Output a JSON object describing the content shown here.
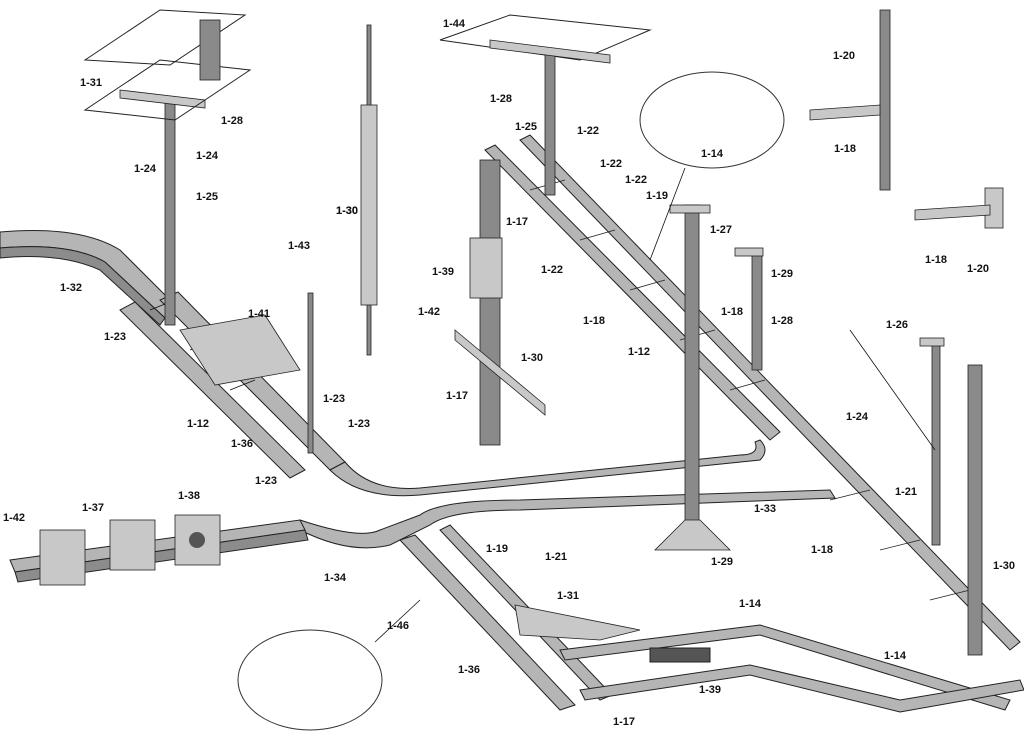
{
  "labels": [
    "1-31",
    "1-28",
    "1-24",
    "1-24",
    "1-25",
    "1-32",
    "1-23",
    "1-41",
    "1-43",
    "1-30",
    "1-30",
    "1-12",
    "1-36",
    "1-23",
    "1-23",
    "1-23",
    "1-44",
    "1-28",
    "1-25",
    "1-22",
    "1-22",
    "1-22",
    "1-19",
    "1-17",
    "1-39",
    "1-22",
    "1-42",
    "1-18",
    "1-12",
    "1-30",
    "1-17",
    "1-14",
    "1-27",
    "1-29",
    "1-18",
    "1-28",
    "1-20",
    "1-18",
    "1-18",
    "1-20",
    "1-26",
    "1-24",
    "1-33",
    "1-29",
    "1-21",
    "1-18",
    "1-30",
    "1-42",
    "1-37",
    "1-38",
    "1-34",
    "1-19",
    "1-21",
    "1-31",
    "1-14",
    "1-46",
    "1-36",
    "1-39",
    "1-14",
    "1-17"
  ],
  "colors": {
    "rail": "#b5b5b5",
    "rail_dark": "#8c8c8c",
    "rung": "#d9d9d9",
    "outline": "#222222"
  }
}
